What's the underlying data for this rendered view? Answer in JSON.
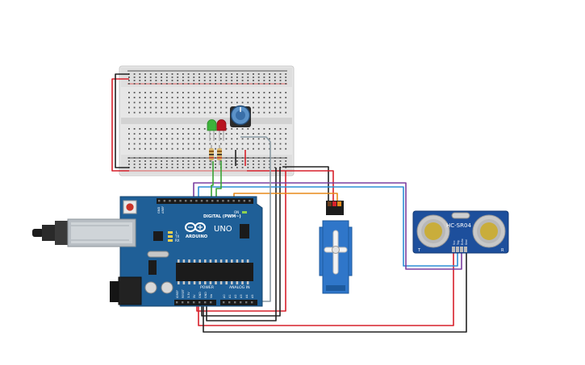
{
  "arduino": {
    "logo_text": "ARDUINO",
    "model_text": "UNO",
    "digital_header_label": "DIGITAL (PWM~)",
    "power_label": "POWER",
    "analog_label": "ANALOG IN",
    "on_label": "ON",
    "tx_label": "TX",
    "rx_label": "RX",
    "l_label": "L",
    "aref_label": "AREF",
    "gnd_label": "GND",
    "power_pins": [
      "IOREF",
      "RESET",
      "3.3V",
      "5V",
      "GND",
      "GND",
      "Vin"
    ],
    "analog_pins": [
      "A0",
      "A1",
      "A2",
      "A3",
      "A4",
      "A5"
    ]
  },
  "sensor": {
    "model_text": "HC-SR04",
    "left_mark": "T",
    "right_mark": "R",
    "pin_labels": [
      "Vcc",
      "Trig",
      "Echo",
      "Gnd"
    ]
  },
  "colors": {
    "board_blue": "#1f5f97",
    "wire_red": "#d7212b",
    "wire_black": "#222222",
    "wire_green": "#3aa335",
    "wire_orange": "#e88a1a",
    "wire_blue": "#2d8fd5",
    "wire_purple": "#7b3fa0",
    "wire_gray": "#8a9aa3",
    "led_green": "#3db23b",
    "led_red": "#b8141f",
    "servo_blue": "#2f76c9"
  }
}
